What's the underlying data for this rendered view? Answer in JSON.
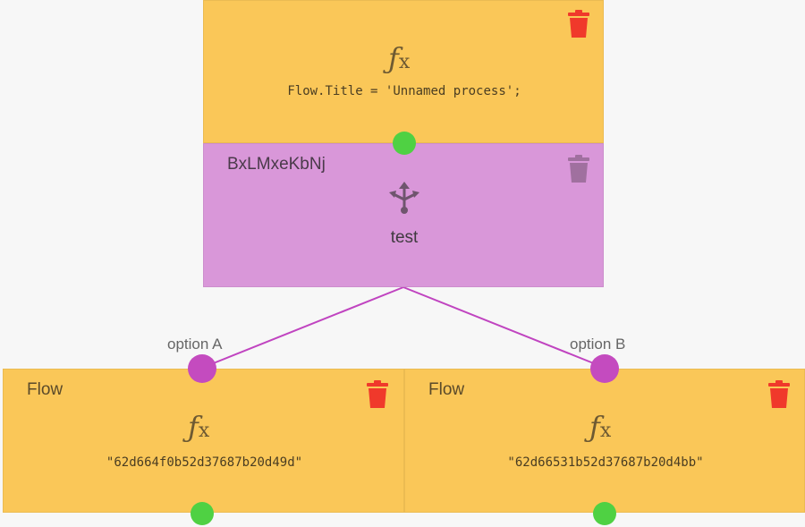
{
  "colors": {
    "function_node": "#fac758",
    "router_node": "#d997d9",
    "output_port": "#4fd143",
    "option_port": "#c44bbf",
    "edge": "#c044c0",
    "trash_active": "#f0392b",
    "trash_muted": "#a0709f"
  },
  "top_node": {
    "icon": "function-icon",
    "code": "Flow.Title = 'Unnamed process';",
    "delete_icon": "trash-icon"
  },
  "router_node": {
    "title": "BxLMxeKbNj",
    "icon": "split-arrows-icon",
    "label": "test",
    "delete_icon": "trash-icon"
  },
  "options": [
    {
      "label": "option A"
    },
    {
      "label": "option B"
    }
  ],
  "left_node": {
    "title": "Flow",
    "icon": "function-icon",
    "code": "\"62d664f0b52d37687b20d49d\"",
    "delete_icon": "trash-icon"
  },
  "right_node": {
    "title": "Flow",
    "icon": "function-icon",
    "code": "\"62d66531b52d37687b20d4bb\"",
    "delete_icon": "trash-icon"
  }
}
